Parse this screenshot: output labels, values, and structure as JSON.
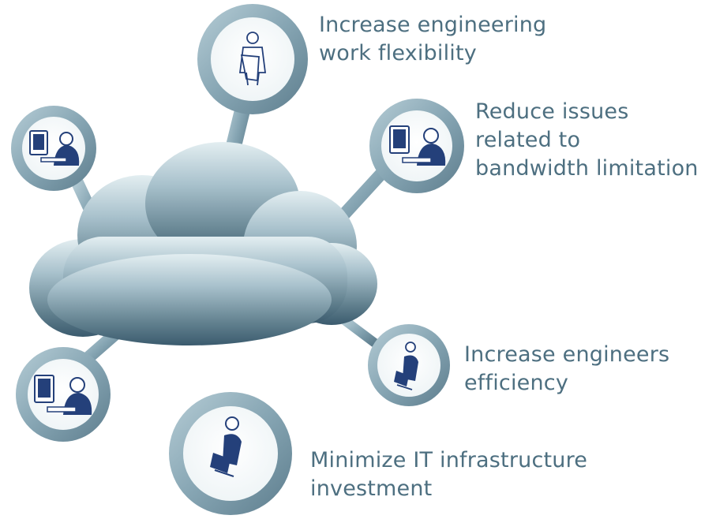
{
  "benefits": [
    {
      "lines": [
        "Increase engineering",
        "work flexibility"
      ],
      "icon": "presenter-icon"
    },
    {
      "lines": [
        "Reduce issues",
        "related to",
        "bandwidth limitation"
      ],
      "icon": "computer-user-icon"
    },
    {
      "lines": [
        "Increase engineers",
        "efficiency"
      ],
      "icon": "laptop-user-icon"
    },
    {
      "lines": [
        "Minimize IT infrastructure",
        "investment"
      ],
      "icon": "laptop-user-icon"
    }
  ],
  "colors": {
    "text": "#4d6f80",
    "ring": "#8fadbb",
    "ring_dark": "#5f7f8f",
    "cloud_top": "#e3eef1",
    "cloud_bottom": "#3b5b6e",
    "icon_blue": "#24407a"
  }
}
